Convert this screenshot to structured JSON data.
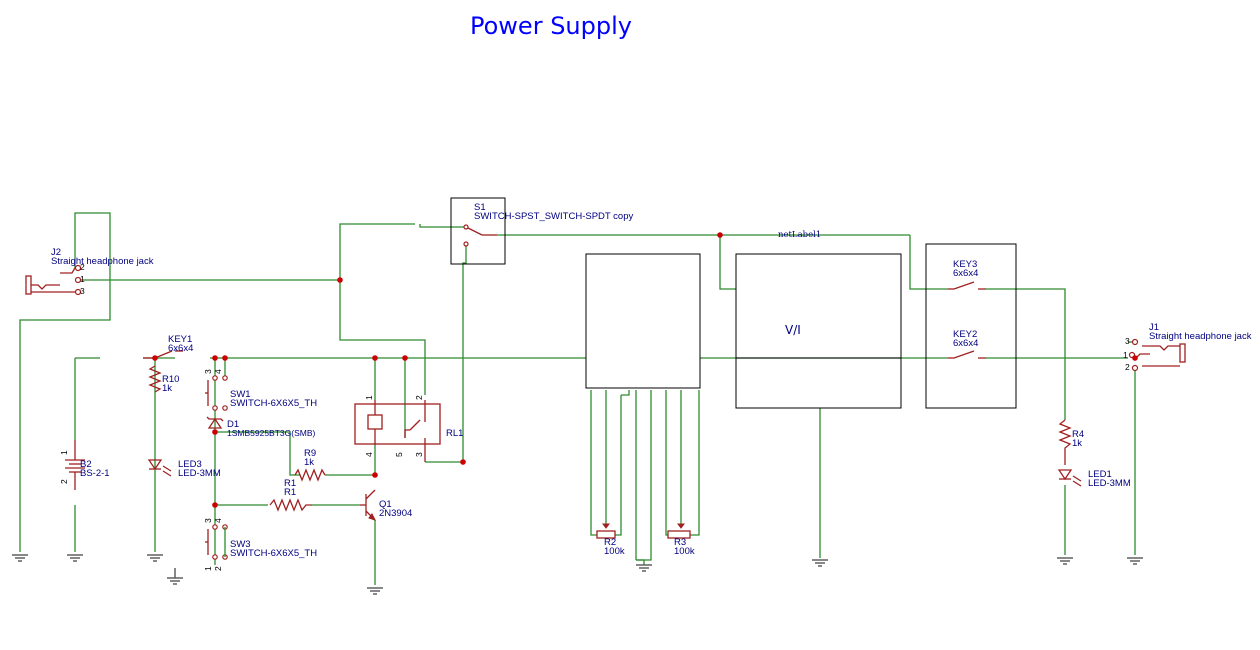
{
  "title": "Power Supply",
  "components": {
    "j2": {
      "ref": "J2",
      "value": "Straight headphone jack",
      "pins": [
        "2",
        "1",
        "3"
      ]
    },
    "j1": {
      "ref": "J1",
      "value": "Straight headphone jack",
      "pins": [
        "3",
        "1",
        "2"
      ]
    },
    "s1": {
      "ref": "S1",
      "value": "SWITCH-SPST_SWITCH-SPDT copy"
    },
    "key1": {
      "ref": "KEY1",
      "value": "6x6x4"
    },
    "key2": {
      "ref": "KEY2",
      "value": "6x6x4"
    },
    "key3": {
      "ref": "KEY3",
      "value": "6x6x4"
    },
    "r10": {
      "ref": "R10",
      "value": "1k"
    },
    "r4": {
      "ref": "R4",
      "value": "1k"
    },
    "r9": {
      "ref": "R9",
      "value": "1k"
    },
    "r1": {
      "ref": "R1",
      "value": "R1"
    },
    "r2": {
      "ref": "R2",
      "value": "100k"
    },
    "r3": {
      "ref": "R3",
      "value": "100k"
    },
    "sw1": {
      "ref": "SW1",
      "value": "SWITCH-6X6X5_TH",
      "pins": [
        "3",
        "4"
      ]
    },
    "sw3": {
      "ref": "SW3",
      "value": "SWITCH-6X6X5_TH",
      "pins": [
        "3",
        "4",
        "1",
        "2"
      ]
    },
    "d1": {
      "ref": "D1",
      "value": "1SMB5925BT3G(SMB)"
    },
    "led3": {
      "ref": "LED3",
      "value": "LED-3MM"
    },
    "led1": {
      "ref": "LED1",
      "value": "LED-3MM"
    },
    "b2": {
      "ref": "B2",
      "value": "BS-2-1",
      "pins": [
        "1",
        "2"
      ]
    },
    "rl1": {
      "ref": "RL1",
      "pins": [
        "1",
        "2",
        "4",
        "5",
        "3"
      ]
    },
    "q1": {
      "ref": "Q1",
      "value": "2N3904"
    },
    "vi": {
      "label": "V/I"
    },
    "net_label": "netLabel1"
  }
}
